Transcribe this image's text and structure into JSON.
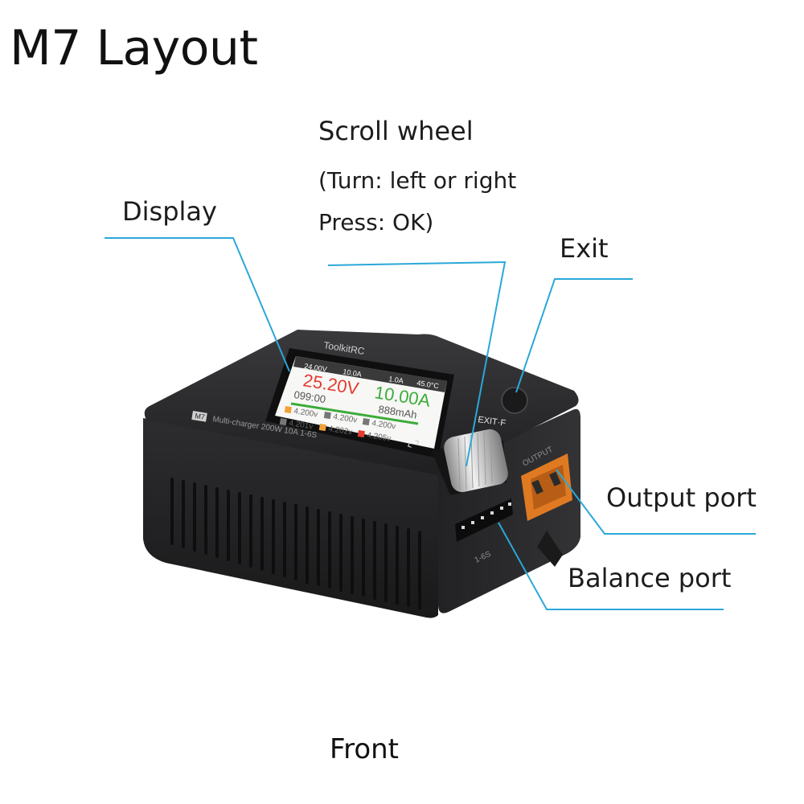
{
  "title": "M7 Layout",
  "footer": "Front",
  "callouts": {
    "display": "Display",
    "scroll_wheel_title": "Scroll wheel",
    "scroll_wheel_line1": "(Turn: left or right",
    "scroll_wheel_line2": "Press: OK)",
    "exit": "Exit",
    "output_port": "Output port",
    "balance_port": "Balance port"
  },
  "device": {
    "brand": "ToolkitRC",
    "model": "M7",
    "subtitle": "Multi-charger 200W 10A 1-6S",
    "exit_label": "EXIT·F",
    "output_label": "OUTPUT",
    "balance_label": "1-6S",
    "screen": {
      "status_voltage": "24.00V",
      "status_current": "10.0A",
      "status_rate": "1.0A",
      "status_temp": "45.0°C",
      "main_voltage": "25.20V",
      "main_current": "10.00A",
      "time": "099:00",
      "capacity": "888mAh",
      "cells": [
        "4.200v",
        "4.200v",
        "4.200v",
        "4.201v",
        "4.202v",
        "4.205v"
      ]
    }
  },
  "colors": {
    "callout_line": "#2aa8d8",
    "body": "#2b2b2d",
    "port": "#e07a22",
    "voltage": "#e33b2f",
    "current": "#3cab3a"
  }
}
